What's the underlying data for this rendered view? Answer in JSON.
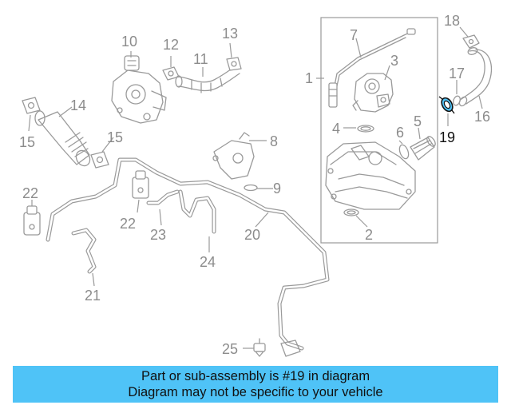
{
  "callouts": {
    "c1": "1",
    "c2": "2",
    "c3": "3",
    "c4": "4",
    "c5": "5",
    "c6": "6",
    "c7": "7",
    "c8": "8",
    "c9": "9",
    "c10": "10",
    "c11": "11",
    "c12": "12",
    "c13": "13",
    "c14": "14",
    "c15a": "15",
    "c15b": "15",
    "c16": "16",
    "c17": "17",
    "c18": "18",
    "c19": "19",
    "c20": "20",
    "c21": "21",
    "c22a": "22",
    "c22b": "22",
    "c23": "23",
    "c24": "24",
    "c25": "25"
  },
  "highlight_part": "19",
  "highlight_color": "#4fc3f7",
  "banner": {
    "line1": "Part or sub-assembly is #19 in diagram",
    "line2": "Diagram may not be specific to your vehicle",
    "background": "#4fc3f7"
  }
}
